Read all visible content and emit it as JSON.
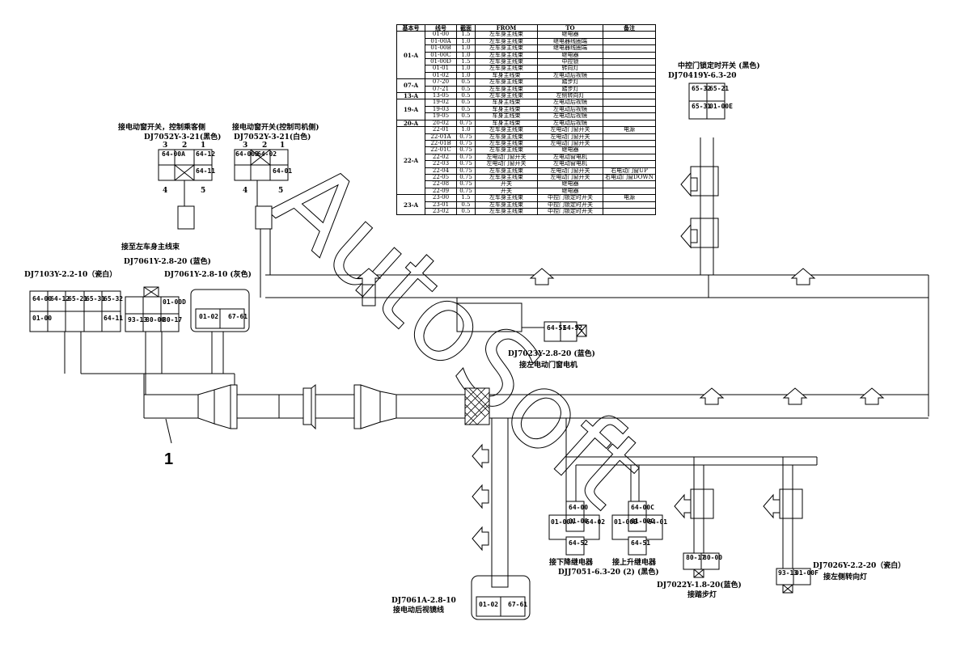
{
  "wire_table": {
    "headers": [
      "基本号",
      "线号",
      "截面",
      "FROM",
      "TO",
      "备注"
    ],
    "groups": [
      {
        "base": "01-A",
        "rows": [
          [
            "01-00",
            "1.5",
            "左车身主线束",
            "继电器",
            ""
          ],
          [
            "01-00A",
            "1.0",
            "左车身主线束",
            "继电器线圈端",
            ""
          ],
          [
            "01-00B",
            "1.0",
            "左车身主线束",
            "继电器线圈端",
            ""
          ],
          [
            "01-00C",
            "1.0",
            "左车身主线束",
            "继电器",
            ""
          ],
          [
            "01-00D",
            "1.5",
            "左车身主线束",
            "中控锁",
            ""
          ],
          [
            "01-01",
            "1.0",
            "左车身主线束",
            "转向灯",
            ""
          ],
          [
            "01-02",
            "1.0",
            "车身主线束",
            "左电动后视镜",
            ""
          ]
        ]
      },
      {
        "base": "07-A",
        "rows": [
          [
            "07-20",
            "0.5",
            "左车身主线束",
            "踏步灯",
            ""
          ],
          [
            "07-21",
            "0.5",
            "左车身主线束",
            "踏步灯",
            ""
          ]
        ]
      },
      {
        "base": "13-A",
        "rows": [
          [
            "13-05",
            "0.5",
            "左车身主线束",
            "左侧转向灯",
            ""
          ]
        ]
      },
      {
        "base": "19-A",
        "rows": [
          [
            "19-02",
            "0.5",
            "车身主线束",
            "左电动后视镜",
            ""
          ],
          [
            "19-03",
            "0.5",
            "车身主线束",
            "左电动后视镜",
            ""
          ],
          [
            "19-05",
            "0.5",
            "车身主线束",
            "左电动后视镜",
            ""
          ]
        ]
      },
      {
        "base": "20-A",
        "rows": [
          [
            "20-02",
            "0.75",
            "车身主线束",
            "左电动后视镜",
            ""
          ]
        ]
      },
      {
        "base": "22-A",
        "rows": [
          [
            "22-01",
            "1.0",
            "左车身主线束",
            "左电动门窗开关",
            "电源"
          ],
          [
            "22-01A",
            "0.75",
            "左车身主线束",
            "左电动门窗开关",
            ""
          ],
          [
            "22-01B",
            "0.75",
            "左车身主线束",
            "左电动门窗开关",
            ""
          ],
          [
            "22-01C",
            "0.75",
            "左车身主线束",
            "继电器",
            ""
          ],
          [
            "22-02",
            "0.75",
            "左电动门窗开关",
            "左电动窗电机",
            ""
          ],
          [
            "22-03",
            "0.75",
            "左电动门窗开关",
            "左电动窗电机",
            ""
          ],
          [
            "22-04",
            "0.75",
            "左车身主线束",
            "左电动门窗开关",
            "右电动门窗UP"
          ],
          [
            "22-05",
            "0.75",
            "左车身主线束",
            "左电动门窗开关",
            "右电动门窗DOWN"
          ],
          [
            "22-08",
            "0.75",
            "开关",
            "继电器",
            ""
          ],
          [
            "22-09",
            "0.75",
            "开关",
            "继电器",
            ""
          ]
        ]
      },
      {
        "base": "23-A",
        "rows": [
          [
            "23-00",
            "1.5",
            "左车身主线束",
            "中控门锁定时开关",
            "电源"
          ],
          [
            "23-01",
            "0.5",
            "左车身主线束",
            "中控门锁定时开关",
            ""
          ],
          [
            "23-02",
            "0.5",
            "左车身主线束",
            "中控门锁定时开关",
            ""
          ]
        ]
      }
    ]
  },
  "labels": {
    "window_switch_passenger": "接电动窗开关，控制乘客侧",
    "window_switch_passenger_code": "DJ7052Y-3-21(黑色)",
    "window_switch_driver": "接电动窗开关(控制司机侧)",
    "window_switch_driver_code": "DJ7052Y-3-21(白色)",
    "pin_3": "3",
    "pin_2": "2",
    "pin_1": "1",
    "pin_4": "4",
    "pin_5": "5",
    "main_harness": "接至左车身主线束",
    "code_blue": "DJ7061Y-2.8-20  (蓝色)",
    "code_porcelain": "DJ7103Y-2.2-10（瓷白）",
    "code_gray": "DJ7061Y-2.8-10  (灰色)",
    "door_lock_timer": "中控门锁定时开关 (黑色)",
    "door_lock_timer_code": "DJ70419Y-6.3-20",
    "window_motor_code": "DJ7023Y-2.8-20 (蓝色)",
    "window_motor": "接左电动门窗电机",
    "callout_1": "1",
    "mirror_code": "DJ7061A-2.8-10",
    "mirror": "接电动后视镜线",
    "down_relay": "接下降继电器",
    "relay_code": "DJJ7051-6.3-20 (2) (黑色)",
    "up_relay": "接上升继电器",
    "step_light_code": "DJ7022Y-1.8-20(蓝色)",
    "step_light": "接踏步灯",
    "turn_light_code": "DJ7026Y-2.2-20（瓷白）",
    "turn_light": "接左侧转向灯",
    "watermark": "AutoSoft"
  },
  "pins": {
    "c_pass": [
      "64-00A",
      "64-12",
      "64-11"
    ],
    "c_drv": [
      "64-00B",
      "64-02",
      "64-01"
    ],
    "c_timer": [
      "65-32",
      "65-21",
      "65-31",
      "01-00E"
    ],
    "c_porc": [
      "64-00",
      "64-12",
      "65-21",
      "65-31",
      "65-32",
      "01-00",
      "64-11"
    ],
    "c_blue": [
      "01-00D",
      "93-13",
      "80-00",
      "80-17"
    ],
    "c_gray": [
      "01-02",
      "67-61"
    ],
    "c_motor": [
      "64-51",
      "64-52"
    ],
    "c_down": [
      "64-00",
      "01-00A",
      "01-00",
      "64-02",
      "64-52"
    ],
    "c_up": [
      "64-00C",
      "01-00B",
      "01-00C",
      "64-01",
      "64-51"
    ],
    "c_step": [
      "80-17",
      "80-00"
    ],
    "c_turn": [
      "93-13",
      "01-00F"
    ],
    "c_mirror": [
      "01-02",
      "67-61"
    ]
  }
}
